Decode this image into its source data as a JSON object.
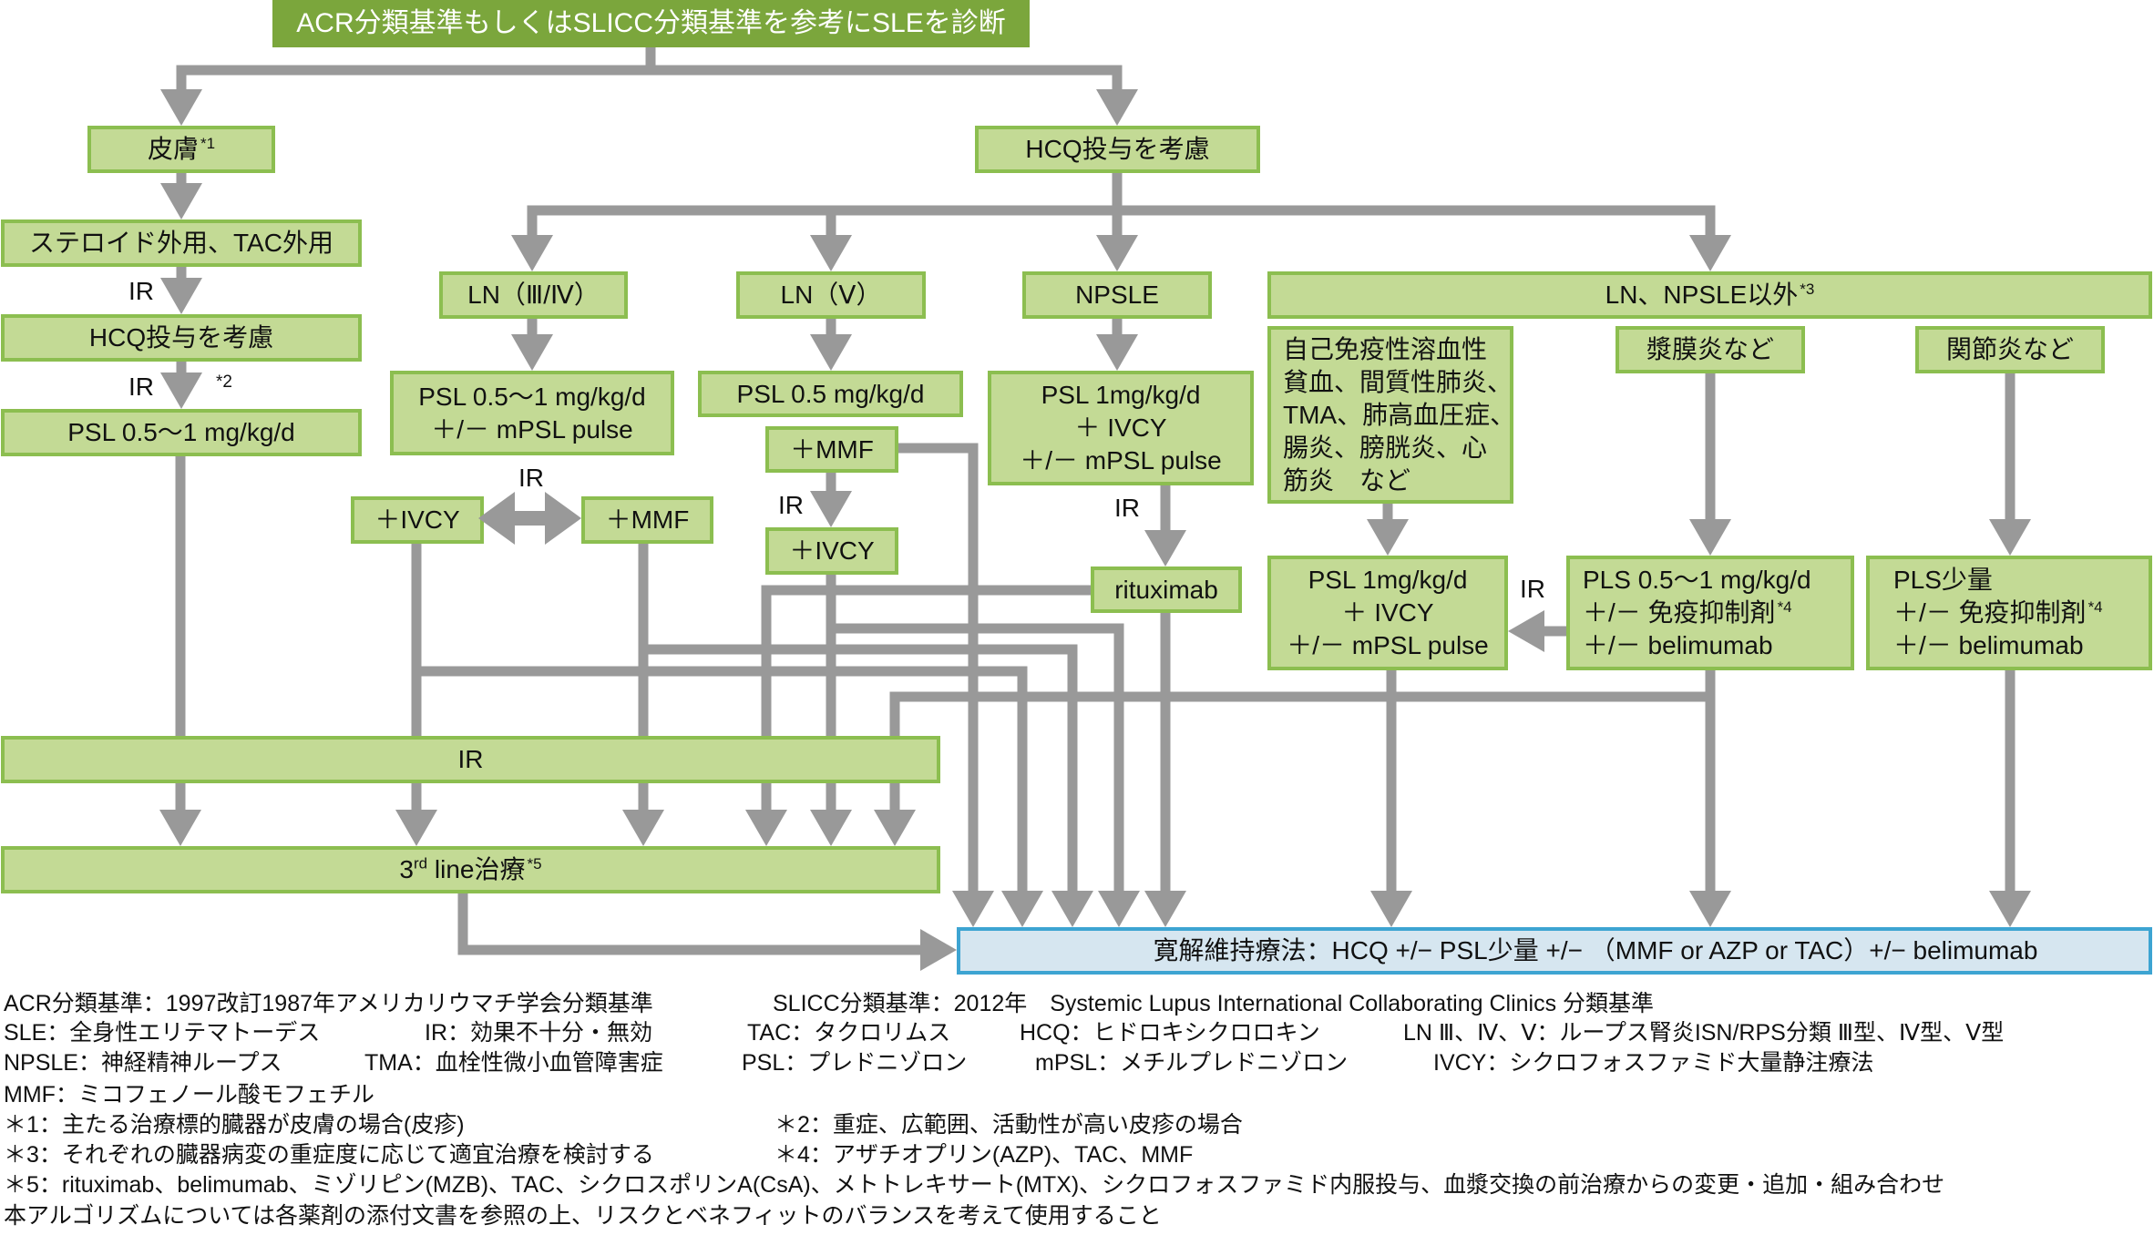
{
  "palette": {
    "header_fill": "#7ba63c",
    "node_fill": "#c3da95",
    "node_border": "#8cbe50",
    "connector": "#999999",
    "maintenance_fill": "#d6e6f0",
    "maintenance_border": "#3da4d2"
  },
  "diagram": {
    "title": "ACR分類基準もしくはSLICC分類基準を参考にSLEを診断",
    "nodes": {
      "skin": {
        "label": "皮膚",
        "note": "*1"
      },
      "hcq_main": {
        "label": "HCQ投与を考慮"
      },
      "steroid_topical": {
        "label": "ステロイド外用、TAC外用"
      },
      "hcq_skin": {
        "label": "HCQ投与を考慮"
      },
      "psl_skin": {
        "label": "PSL 0.5～1 mg/kg/d"
      },
      "ln_3_4": {
        "label": "LN（Ⅲ/Ⅳ）"
      },
      "ln_5": {
        "label": "LN（Ⅴ）"
      },
      "npsle": {
        "label": "NPSLE"
      },
      "non_ln_npsle": {
        "label": "LN、NPSLE以外",
        "note": "*3"
      },
      "psl_ln34": {
        "lines": [
          "PSL 0.5～1 mg/kg/d",
          "＋/－ mPSL pulse"
        ]
      },
      "psl_ln5": {
        "label": "PSL 0.5 mg/kg/d"
      },
      "psl_npsle": {
        "lines": [
          "PSL 1mg/kg/d",
          "＋ IVCY",
          "＋/－ mPSL pulse"
        ]
      },
      "severe_organs": {
        "lines": [
          "自己免疫性溶血性",
          "貧血、間質性肺炎、",
          "TMA、肺高血圧症、",
          "腸炎、膀胱炎、心",
          "筋炎　など"
        ]
      },
      "serositis": {
        "label": "漿膜炎など"
      },
      "arthritis": {
        "label": "関節炎など"
      },
      "ivcy_ln34": {
        "label": "＋IVCY"
      },
      "mmf_ln34": {
        "label": "＋MMF"
      },
      "mmf_ln5": {
        "label": "＋MMF"
      },
      "ivcy_ln5": {
        "label": "＋IVCY"
      },
      "rituximab": {
        "label": "rituximab"
      },
      "psl_severe": {
        "lines": [
          "PSL 1mg/kg/d",
          "＋ IVCY",
          "＋/－ mPSL pulse"
        ]
      },
      "pls_serositis": {
        "line1": "PLS 0.5～1 mg/kg/d",
        "line2": "＋/－ 免疫抑制剤",
        "line2_note": "*4",
        "line3": "＋/－ belimumab"
      },
      "pls_arthritis": {
        "line1": "PLS少量",
        "line2": "＋/－ 免疫抑制剤",
        "line2_note": "*4",
        "line3": "＋/－ belimumab"
      },
      "ir_stage": {
        "label": "IR"
      },
      "third_line": {
        "num": "3",
        "ordinal": "rd",
        "label": " line治療",
        "note": "*5"
      },
      "maintenance": {
        "label": "寛解維持療法：HCQ +/− PSL少量 +/− （MMF or AZP or TAC）+/− belimumab"
      }
    },
    "edge_labels": {
      "ir": "IR",
      "note_2": "*2"
    }
  },
  "footnotes": {
    "rows": [
      [
        "ACR分類基準：1997改訂1987年アメリカリウマチ学会分類基準",
        "SLICC分類基準：2012年　Systemic Lupus International Collaborating Clinics 分類基準"
      ],
      [
        "SLE：全身性エリテマトーデス",
        "IR：効果不十分・無効",
        "TAC：タクロリムス",
        "HCQ：ヒドロキシクロロキン",
        "LN Ⅲ、Ⅳ、Ⅴ：ループス腎炎ISN/RPS分類 Ⅲ型、Ⅳ型、Ⅴ型"
      ],
      [
        "NPSLE：神経精神ループス",
        "TMA：血栓性微小血管障害症",
        "PSL：プレドニゾロン",
        "mPSL：メチルプレドニゾロン",
        "IVCY：シクロフォスファミド大量静注療法"
      ],
      [
        "MMF：ミコフェノール酸モフェチル"
      ],
      [
        "＊1：主たる治療標的臓器が皮膚の場合(皮疹)",
        "＊2：重症、広範囲、活動性が高い皮疹の場合"
      ],
      [
        "＊3：それぞれの臓器病変の重症度に応じて適宜治療を検討する",
        "＊4：アザチオプリン(AZP)、TAC、MMF"
      ],
      [
        "＊5：rituximab、belimumab、ミゾリピン(MZB)、TAC、シクロスポリンA(CsA)、メトトレキサート(MTX)、シクロフォスファミド内服投与、血漿交換の前治療からの変更・追加・組み合わせ"
      ],
      [
        "本アルゴリズムについては各薬剤の添付文書を参照の上、リスクとベネフィットのバランスを考えて使用すること"
      ]
    ]
  }
}
